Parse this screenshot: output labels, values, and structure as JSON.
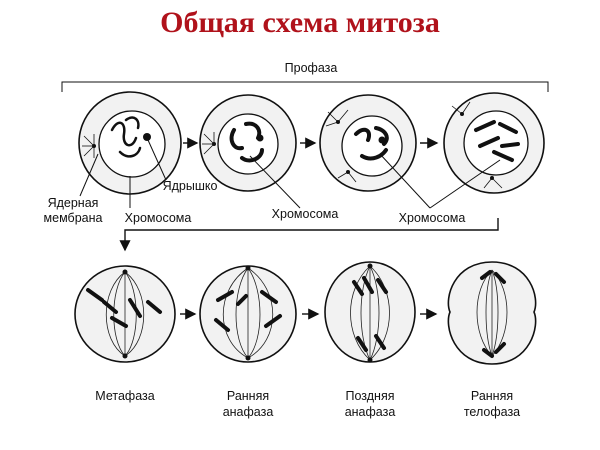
{
  "title": "Общая схема митоза",
  "title_color": "#b0121b",
  "labels": {
    "prophase": "Профаза",
    "nuclear_membrane_line1": "Ядерная",
    "nuclear_membrane_line2": "мембрана",
    "nucleolus": "Ядрышко",
    "chromosome_1": "Хромосома",
    "chromosome_2": "Хромосома",
    "chromosome_3": "Хромосома",
    "metaphase": "Метафаза",
    "early_anaphase_line1": "Ранняя",
    "early_anaphase_line2": "анафаза",
    "late_anaphase_line1": "Поздняя",
    "late_anaphase_line2": "анафаза",
    "early_telophase_line1": "Ранняя",
    "early_telophase_line2": "телофаза"
  }
}
